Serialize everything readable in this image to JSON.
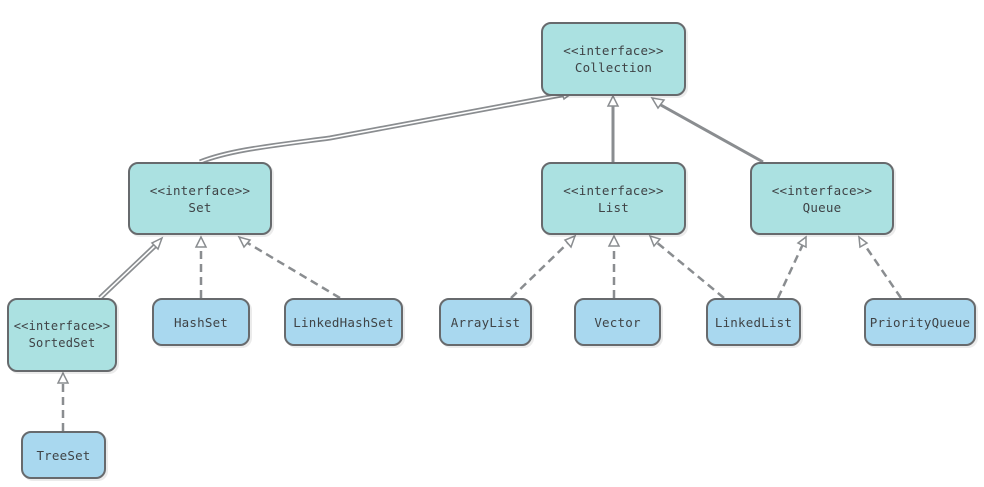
{
  "colors": {
    "interface_fill": "#abe1e1",
    "class_fill": "#a9d8ef",
    "border": "#676a6d",
    "edge": "#8a8d90"
  },
  "nodes": {
    "collection": {
      "stereotype": "<<interface>>",
      "name": "Collection"
    },
    "set": {
      "stereotype": "<<interface>>",
      "name": "Set"
    },
    "list": {
      "stereotype": "<<interface>>",
      "name": "List"
    },
    "queue": {
      "stereotype": "<<interface>>",
      "name": "Queue"
    },
    "sortedset": {
      "stereotype": "<<interface>>",
      "name": "SortedSet"
    },
    "hashset": {
      "name": "HashSet"
    },
    "linkedhashset": {
      "name": "LinkedHashSet"
    },
    "arraylist": {
      "name": "ArrayList"
    },
    "vector": {
      "name": "Vector"
    },
    "linkedlist": {
      "name": "LinkedList"
    },
    "priorityqueue": {
      "name": "PriorityQueue"
    },
    "treeset": {
      "name": "TreeSet"
    }
  },
  "edges": [
    {
      "from": "Set",
      "to": "Collection",
      "kind": "extends"
    },
    {
      "from": "List",
      "to": "Collection",
      "kind": "extends"
    },
    {
      "from": "Queue",
      "to": "Collection",
      "kind": "extends"
    },
    {
      "from": "SortedSet",
      "to": "Set",
      "kind": "extends"
    },
    {
      "from": "HashSet",
      "to": "Set",
      "kind": "implements"
    },
    {
      "from": "LinkedHashSet",
      "to": "Set",
      "kind": "implements"
    },
    {
      "from": "ArrayList",
      "to": "List",
      "kind": "implements"
    },
    {
      "from": "Vector",
      "to": "List",
      "kind": "implements"
    },
    {
      "from": "LinkedList",
      "to": "List",
      "kind": "implements"
    },
    {
      "from": "LinkedList",
      "to": "Queue",
      "kind": "implements"
    },
    {
      "from": "PriorityQueue",
      "to": "Queue",
      "kind": "implements"
    },
    {
      "from": "TreeSet",
      "to": "SortedSet",
      "kind": "implements"
    }
  ]
}
